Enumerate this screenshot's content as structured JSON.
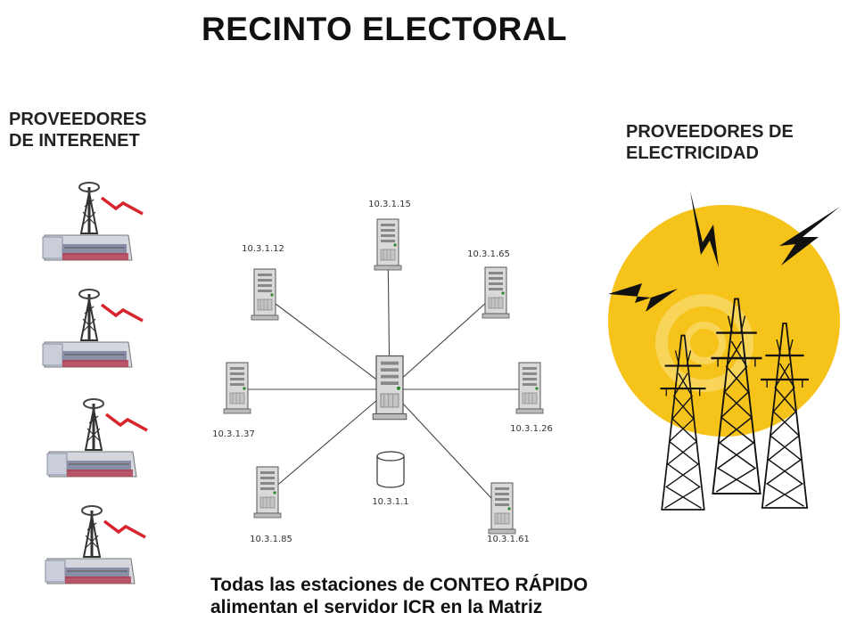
{
  "title": "RECINTO ELECTORAL",
  "isp_heading": [
    "PROVEEDORES",
    "DE INTERENET"
  ],
  "electricity_heading": [
    "PROVEEDORES DE",
    "ELECTRICIDAD"
  ],
  "network": {
    "hub_label": "10.3.1.1",
    "nodes": [
      {
        "id": "10.3.1.15"
      },
      {
        "id": "10.3.1.12"
      },
      {
        "id": "10.3.1.65"
      },
      {
        "id": "10.3.1.37"
      },
      {
        "id": "10.3.1.26"
      },
      {
        "id": "10.3.1.85"
      },
      {
        "id": "10.3.1.61"
      }
    ]
  },
  "footer": [
    "Todas las estaciones de CONTEO RÁPIDO",
    "alimentan el servidor ICR en la Matriz"
  ],
  "colors": {
    "sun": "#F5C31A",
    "bolt": "#111111",
    "signal": "#D8242C",
    "modem": "#8A8FA8"
  },
  "icons": {
    "isp": "antenna-modem-icon",
    "server": "server-tower-icon",
    "database": "database-icon",
    "power": "power-tower-icon"
  }
}
